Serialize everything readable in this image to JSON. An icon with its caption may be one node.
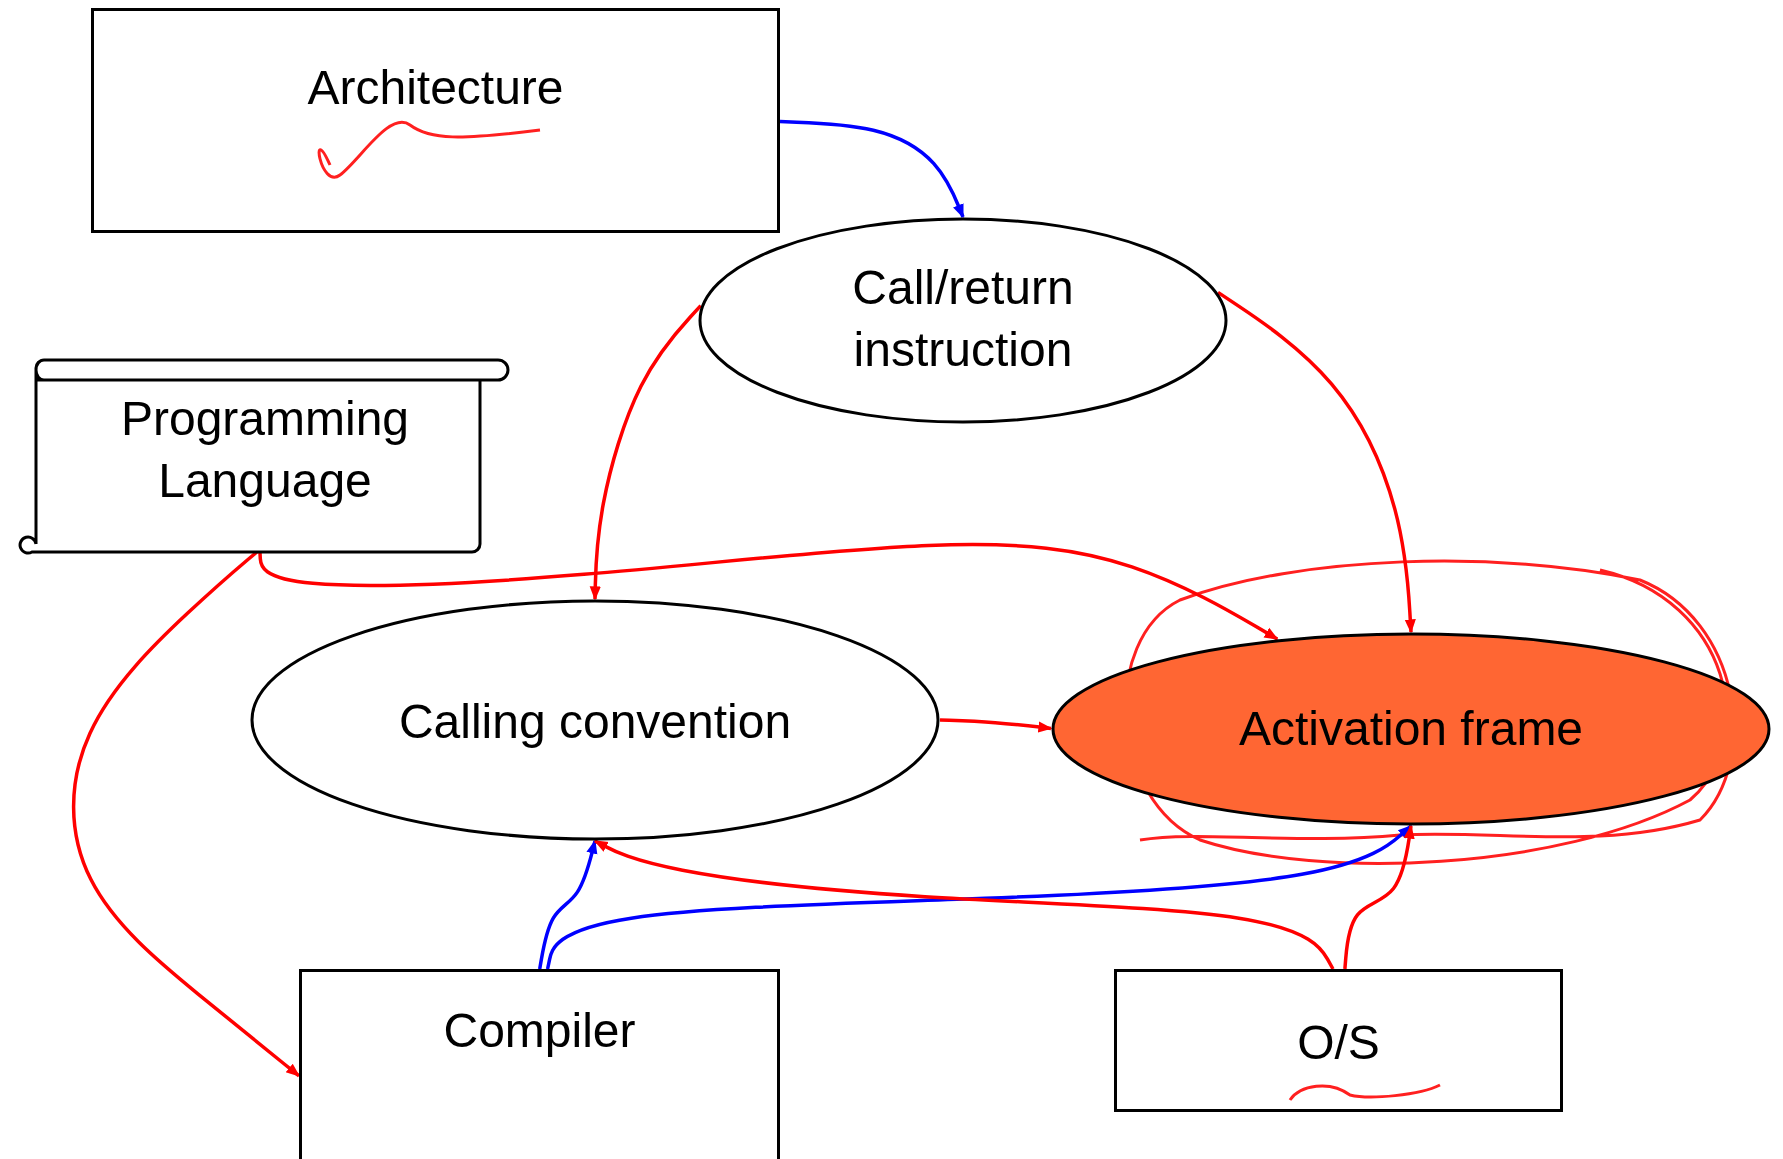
{
  "diagram": {
    "nodes": [
      {
        "text": [
          "Architecture"
        ]
      },
      {
        "text": [
          "Call/return instruction"
        ]
      },
      {
        "text": [
          "Programming Language"
        ]
      },
      {
        "text": [
          "Calling convention"
        ]
      },
      {
        "text": [
          "Activation frame"
        ]
      },
      {
        "text": [
          "Compiler"
        ]
      },
      {
        "text": [
          "O/S"
        ]
      }
    ],
    "edges": [
      {
        "from": 0,
        "to": 1,
        "arrow": "to",
        "color": "#0000ff"
      },
      {
        "from": 1,
        "to": 3,
        "arrow": "to"
      },
      {
        "from": 1,
        "to": 4,
        "arrow": "to"
      },
      {
        "from": 2,
        "to": 4,
        "arrow": "to"
      },
      {
        "from": 2,
        "to": 5,
        "arrow": "to"
      },
      {
        "from": 3,
        "to": 4,
        "arrow": "to"
      },
      {
        "from": 5,
        "to": 3,
        "arrow": "to",
        "color": "#0000ff"
      },
      {
        "from": 5,
        "to": 4,
        "arrow": "to",
        "color": "#0000ff"
      },
      {
        "from": 6,
        "to": 3,
        "arrow": "to"
      },
      {
        "from": 6,
        "to": 4,
        "arrow": "to"
      }
    ]
  }
}
